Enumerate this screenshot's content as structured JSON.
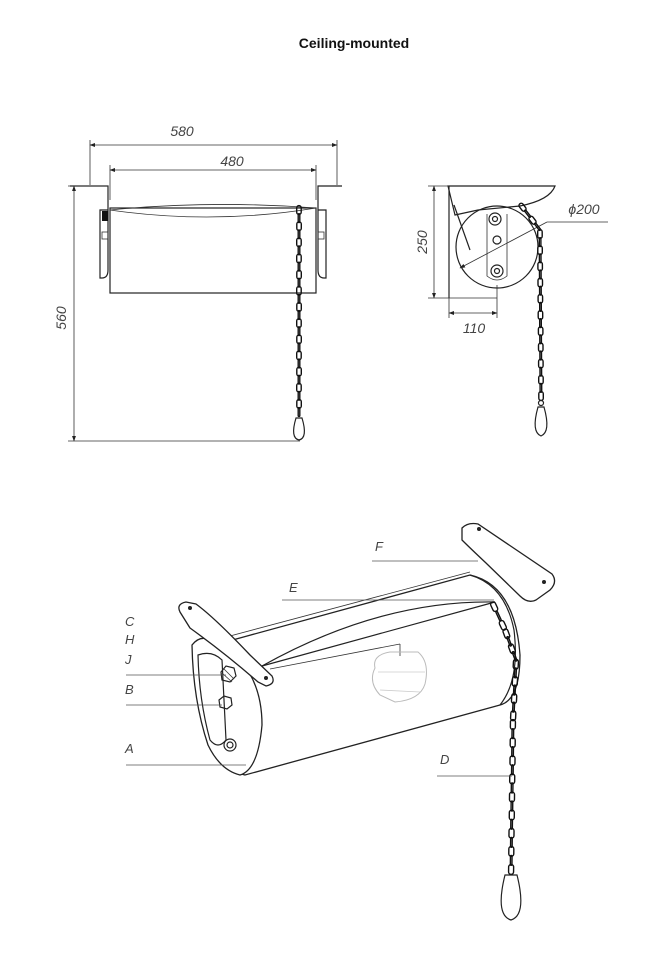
{
  "title": "Ceiling-mounted",
  "front_view": {
    "dimensions": {
      "outer_width": "580",
      "inner_width": "480",
      "height": "560"
    }
  },
  "side_view": {
    "dimensions": {
      "diameter": "ϕ200",
      "height": "250",
      "depth": "110"
    }
  },
  "isometric_view": {
    "labels": {
      "A": "A",
      "B": "B",
      "C": "C",
      "D": "D",
      "E": "E",
      "F": "F",
      "H": "H",
      "J": "J"
    }
  }
}
